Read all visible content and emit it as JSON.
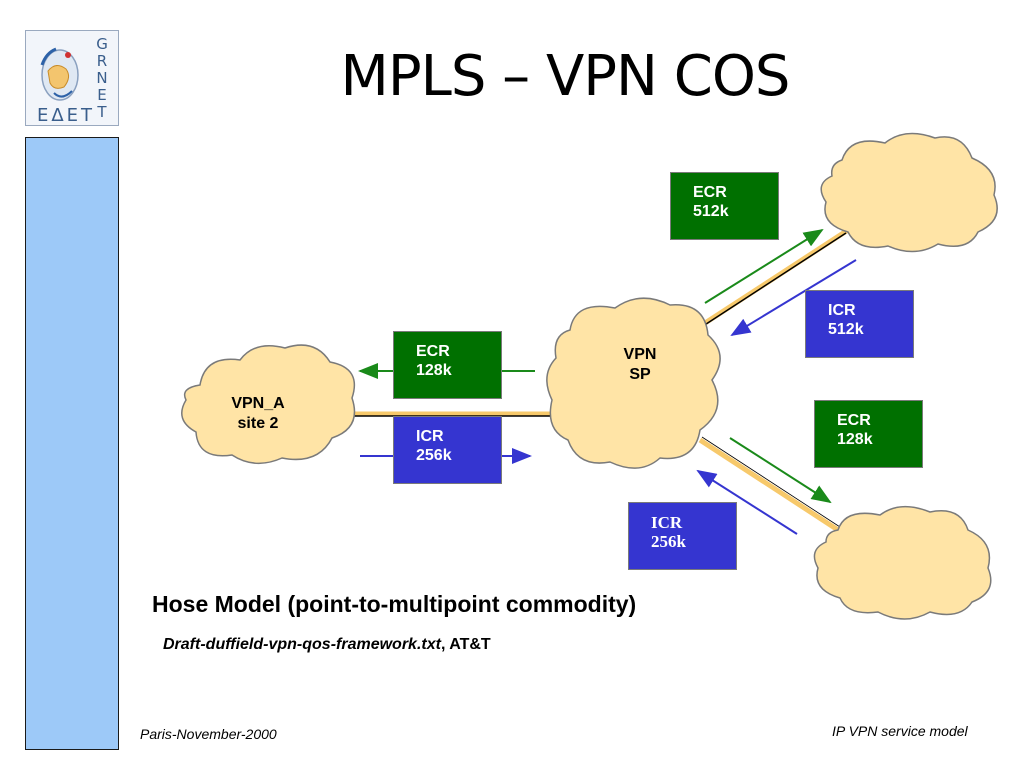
{
  "logo": {
    "letters_vertical": [
      "G",
      "R",
      "N",
      "E",
      "T"
    ],
    "letters_bottom": "ΕΔΕΤ",
    "colors": {
      "letters": "#3a5e8c",
      "background": "#f2f5fa"
    }
  },
  "slide": {
    "title": "MPLS – VPN COS"
  },
  "diagram": {
    "clouds": {
      "site_a": {
        "lines": [
          "VPN_A",
          "site 2"
        ]
      },
      "sp": {
        "lines": [
          "VPN",
          "SP"
        ]
      }
    },
    "boxes": {
      "ecr_top": {
        "lines": [
          "ECR",
          "512k"
        ],
        "color": "#007000"
      },
      "icr_top": {
        "lines": [
          "ICR",
          "512k"
        ],
        "color": "#3535d0"
      },
      "ecr_left": {
        "lines": [
          "ECR",
          "128k"
        ],
        "color": "#007000"
      },
      "icr_left": {
        "lines": [
          "ICR",
          "256k"
        ],
        "color": "#3535d0"
      },
      "ecr_right": {
        "lines": [
          "ECR",
          "128k"
        ],
        "color": "#007000"
      },
      "icr_bottom": {
        "lines": [
          "ICR",
          "256k"
        ],
        "color": "#3535d0"
      }
    },
    "colors": {
      "cloud_fill": "#ffe4a6",
      "cloud_stroke": "#7a7a7a",
      "link": "#000000",
      "link_glow": "#f7c96b",
      "green_arrow": "#1a8a1a",
      "blue_arrow": "#3535d0"
    }
  },
  "body_text": {
    "hose_title": "Hose Model (point-to-multipoint commodity)",
    "draft_italic": "Draft-duffield-vpn-qos-framework.txt",
    "draft_rest": ", AT&T"
  },
  "footer": {
    "left": "Paris-November-2000",
    "right": "IP VPN service model"
  }
}
